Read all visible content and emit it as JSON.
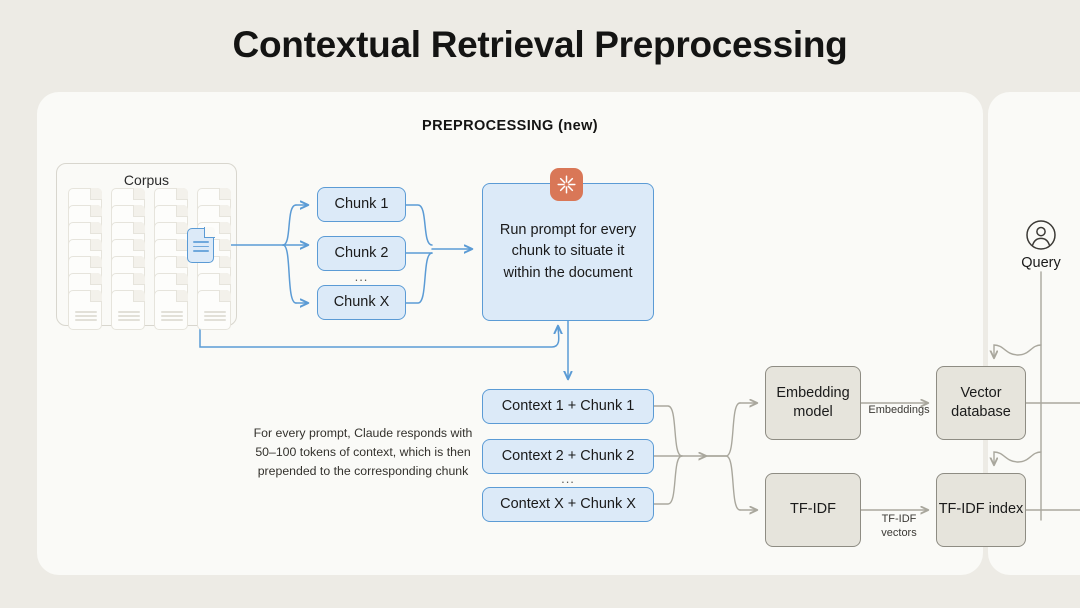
{
  "page": {
    "title": "Contextual Retrieval Preprocessing",
    "background_color": "#EDEBE5",
    "panel_color": "#FAFAF7"
  },
  "colors": {
    "accent_orange": "#D97757",
    "accent_blue": "#5B9BD5",
    "blue_fill": "#DCEAF8",
    "gray_fill": "#E6E4DC",
    "gray_stroke": "#8E8C83",
    "wire_gray": "#A9A79D"
  },
  "preprocessing": {
    "heading": "PREPROCESSING (new)",
    "corpus": {
      "label": "Corpus",
      "doc_columns": 4,
      "doc_rows": 7,
      "highlighted_doc_icon": "document-icon"
    },
    "chunks": [
      {
        "label": "Chunk 1"
      },
      {
        "label": "Chunk 2"
      },
      {
        "label": "Chunk X"
      }
    ],
    "chunks_ellipsis": "...",
    "prompt_box": {
      "text": "Run prompt for every chunk to situate it within the document",
      "badge_icon": "claude-starburst-icon"
    },
    "contexts": [
      {
        "label": "Context 1 + Chunk 1"
      },
      {
        "label": "Context 2 + Chunk 2"
      },
      {
        "label": "Context X + Chunk X"
      }
    ],
    "contexts_ellipsis": "...",
    "caption": "For every prompt, Claude responds with 50–100 tokens of context, which is then prepended to the corresponding chunk"
  },
  "indexing": {
    "embedding_model": {
      "label": "Embedding model"
    },
    "tfidf": {
      "label": "TF-IDF"
    },
    "vector_database": {
      "label": "Vector database"
    },
    "tfidf_index": {
      "label": "TF-IDF index"
    },
    "edge_labels": {
      "embeddings": "Embeddings",
      "tfidf_vectors": "TF-IDF vectors"
    }
  },
  "retrieval": {
    "query": {
      "label": "Query",
      "icon": "user-avatar-icon"
    }
  }
}
